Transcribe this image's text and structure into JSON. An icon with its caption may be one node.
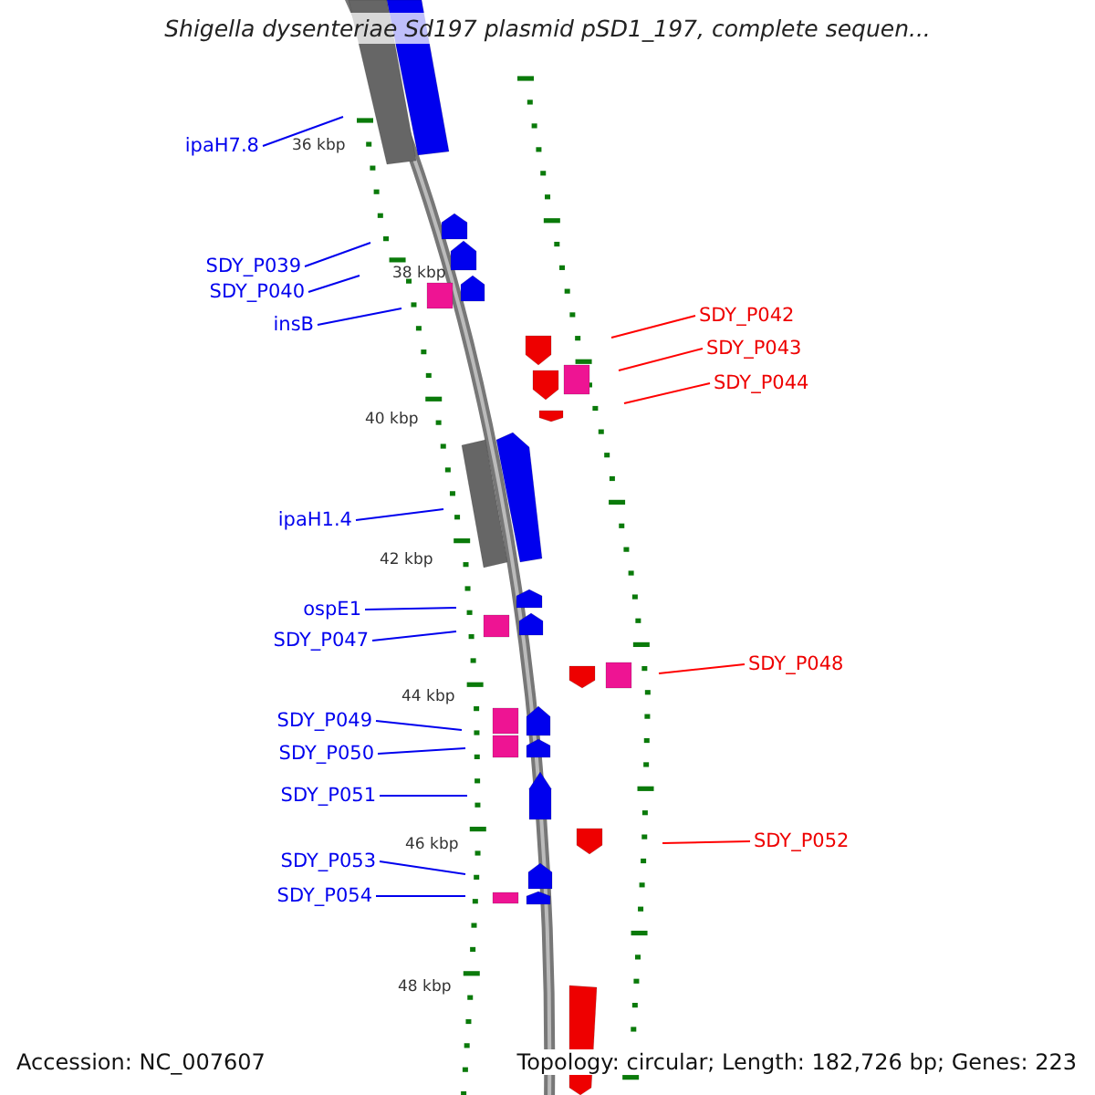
{
  "diagram": {
    "title": "Shigella dysenteriae Sd197 plasmid pSD1_197, complete sequen...",
    "nodes": [
      {
        "text": [
          "ipaH7.8"
        ]
      },
      {
        "text": [
          "SDY_P039"
        ]
      },
      {
        "text": [
          "SDY_P040"
        ]
      },
      {
        "text": [
          "insB"
        ]
      },
      {
        "text": [
          "SDY_P042"
        ]
      },
      {
        "text": [
          "SDY_P043"
        ]
      },
      {
        "text": [
          "SDY_P044"
        ]
      },
      {
        "text": [
          "ipaH1.4"
        ]
      },
      {
        "text": [
          "ospE1"
        ]
      },
      {
        "text": [
          "SDY_P047"
        ]
      },
      {
        "text": [
          "SDY_P048"
        ]
      },
      {
        "text": [
          "SDY_P049"
        ]
      },
      {
        "text": [
          "SDY_P050"
        ]
      },
      {
        "text": [
          "SDY_P051"
        ]
      },
      {
        "text": [
          "SDY_P052"
        ]
      },
      {
        "text": [
          "SDY_P053"
        ]
      },
      {
        "text": [
          "SDY_P054"
        ]
      }
    ],
    "edges": [
      {
        "from": 0,
        "to": null,
        "arrow": "none"
      },
      {
        "from": 1,
        "to": null,
        "arrow": "none"
      },
      {
        "from": 2,
        "to": null,
        "arrow": "none"
      },
      {
        "from": 3,
        "to": null,
        "arrow": "none"
      },
      {
        "from": 4,
        "to": null,
        "arrow": "none",
        "color": "#ff0000"
      },
      {
        "from": 5,
        "to": null,
        "arrow": "none",
        "color": "#ff0000"
      },
      {
        "from": 6,
        "to": null,
        "arrow": "none",
        "color": "#ff0000"
      },
      {
        "from": 7,
        "to": null,
        "arrow": "none"
      },
      {
        "from": 8,
        "to": null,
        "arrow": "none"
      },
      {
        "from": 9,
        "to": null,
        "arrow": "none"
      },
      {
        "from": 10,
        "to": null,
        "arrow": "none",
        "color": "#ff0000"
      },
      {
        "from": 11,
        "to": null,
        "arrow": "none"
      },
      {
        "from": 12,
        "to": null,
        "arrow": "none"
      },
      {
        "from": 13,
        "to": null,
        "arrow": "none"
      },
      {
        "from": 14,
        "to": null,
        "arrow": "none",
        "color": "#ff0000"
      },
      {
        "from": 15,
        "to": null,
        "arrow": "none"
      },
      {
        "from": 16,
        "to": null,
        "arrow": "none"
      }
    ],
    "labels": [
      "36 kbp",
      "38 kbp",
      "40 kbp",
      "42 kbp",
      "44 kbp",
      "46 kbp",
      "48 kbp",
      "Accession: NC_007607",
      "Topology: circular; Length: 182,726 bp; Genes: 223"
    ]
  }
}
